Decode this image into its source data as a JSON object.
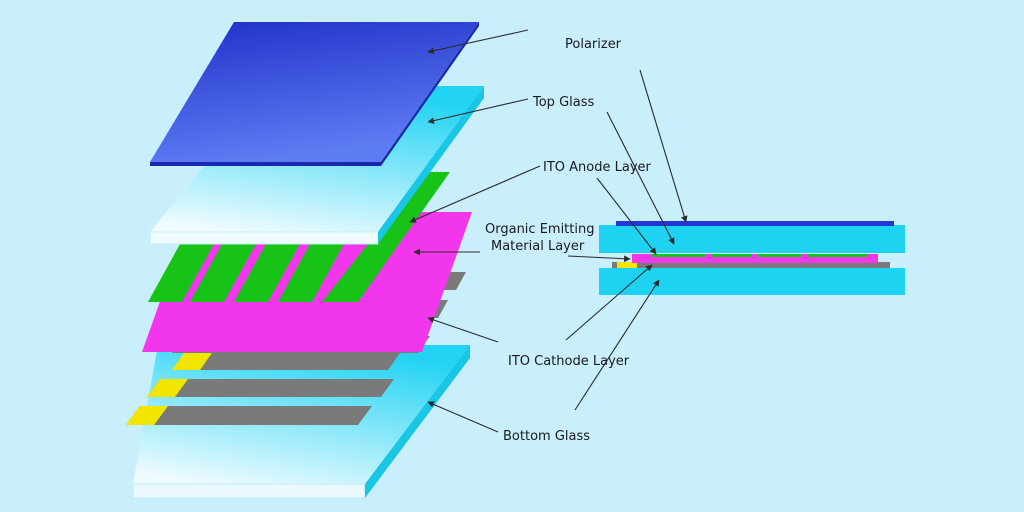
{
  "labels": {
    "polarizer": "Polarizer",
    "top_glass": "Top Glass",
    "ito_anode": "ITO Anode Layer",
    "organic_line1": "Organic Emitting",
    "organic_line2": "Material Layer",
    "ito_cathode": "ITO Cathode Layer",
    "bottom_glass": "Bottom Glass"
  },
  "colors": {
    "background": "#c9eefc",
    "polarizer": "#2236d6",
    "glass": "#1ed2f2",
    "anode": "#16c316",
    "organic": "#f236ec",
    "cathode": "#7a7a7a",
    "contact": "#f2e600",
    "leader_line": "#2a2a2a"
  }
}
